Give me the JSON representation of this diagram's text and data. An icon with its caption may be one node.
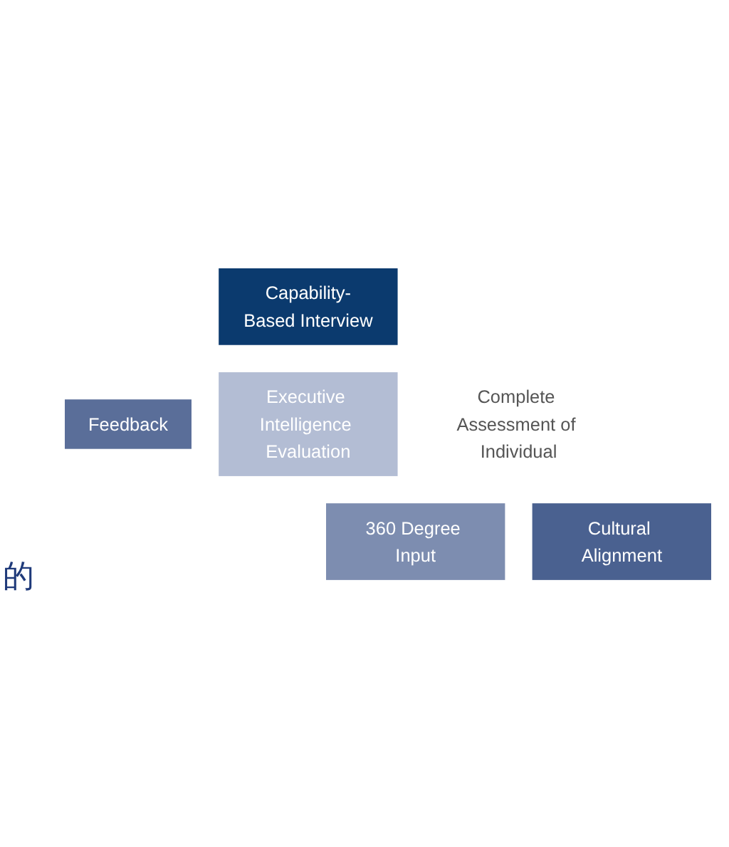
{
  "diagram": {
    "nodes": [
      {
        "text": [
          "Capability-Based Interview"
        ]
      },
      {
        "text": [
          "Feedback"
        ]
      },
      {
        "text": [
          "Executive Intelligence Evaluation"
        ]
      },
      {
        "text": [
          "Complete Assessment of Individual"
        ]
      },
      {
        "text": [
          "360 Degree Input"
        ]
      },
      {
        "text": [
          "Cultural Alignment"
        ]
      }
    ],
    "edges": [],
    "labels": [
      "的"
    ]
  }
}
